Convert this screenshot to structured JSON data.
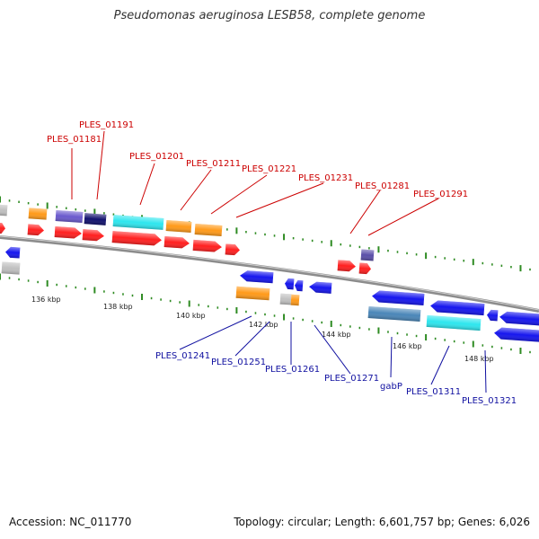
{
  "title": "Pseudomonas aeruginosa LESB58, complete genome",
  "footer": {
    "accession": "Accession: NC_011770",
    "summary": "Topology: circular; Length: 6,601,757 bp; Genes: 6,026"
  },
  "colors": {
    "backbone": "#8c8c8c",
    "tick": "#2e8b22",
    "label_top": "#cc0000",
    "label_bottom": "#1010a0"
  },
  "ticks": [
    "136 kbp",
    "138 kbp",
    "140 kbp",
    "142 kbp",
    "144 kbp",
    "146 kbp",
    "148 kbp"
  ],
  "labels_top": [
    "PLES_01181",
    "PLES_01191",
    "PLES_01201",
    "PLES_01211",
    "PLES_01221",
    "PLES_01231",
    "PLES_01281",
    "PLES_01291"
  ],
  "labels_bottom": [
    "PLES_01241",
    "PLES_01251",
    "PLES_01261",
    "PLES_01271",
    "gabP",
    "PLES_01311",
    "PLES_01321"
  ]
}
